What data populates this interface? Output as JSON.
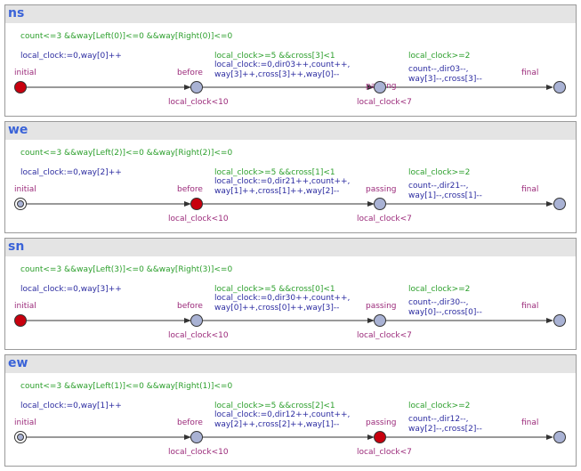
{
  "panels": [
    {
      "title": "ns",
      "guard": "count<=3 &&way[Left(0)]<=0 &&way[Right(0)]<=0",
      "init_update": "local_clock:=0,way[0]++",
      "before_guard": "local_clock>=5 &&cross[3]<1",
      "before_update": [
        "local_clock:=0,dir03++,count++,",
        "way[3]++,cross[3]++,way[0]--"
      ],
      "passing_guard": "local_clock>=2",
      "passing_update": [
        "count--,dir03--,",
        "way[3]--,cross[3]--"
      ],
      "locations": {
        "initial": "initial",
        "before": "before",
        "passing": "passing",
        "final": "final"
      },
      "invariants": {
        "before": "local_clock<10",
        "passing": "local_clock<7"
      },
      "active_location": "initial"
    },
    {
      "title": "we",
      "guard": "count<=3 &&way[Left(2)]<=0 &&way[Right(2)]<=0",
      "init_update": "local_clock:=0,way[2]++",
      "before_guard": "local_clock>=5 &&cross[1]<1",
      "before_update": [
        "local_clock:=0,dir21++,count++,",
        "way[1]++,cross[1]++,way[2]--"
      ],
      "passing_guard": "local_clock>=2",
      "passing_update": [
        "count--,dir21--,",
        "way[1]--,cross[1]--"
      ],
      "locations": {
        "initial": "initial",
        "before": "before",
        "passing": "passing",
        "final": "final"
      },
      "invariants": {
        "before": "local_clock<10",
        "passing": "local_clock<7"
      },
      "active_location": "before"
    },
    {
      "title": "sn",
      "guard": "count<=3 &&way[Left(3)]<=0 &&way[Right(3)]<=0",
      "init_update": "local_clock:=0,way[3]++",
      "before_guard": "local_clock>=5 &&cross[0]<1",
      "before_update": [
        "local_clock:=0,dir30++,count++,",
        "way[0]++,cross[0]++,way[3]--"
      ],
      "passing_guard": "local_clock>=2",
      "passing_update": [
        "count--,dir30--,",
        "way[0]--,cross[0]--"
      ],
      "locations": {
        "initial": "initial",
        "before": "before",
        "passing": "passing",
        "final": "final"
      },
      "invariants": {
        "before": "local_clock<10",
        "passing": "local_clock<7"
      },
      "active_location": "initial"
    },
    {
      "title": "ew",
      "guard": "count<=3 &&way[Left(1)]<=0 &&way[Right(1)]<=0",
      "init_update": "local_clock:=0,way[1]++",
      "before_guard": "local_clock>=5 &&cross[2]<1",
      "before_update": [
        "local_clock:=0,dir12++,count++,",
        "way[2]++,cross[2]++,way[1]--"
      ],
      "passing_guard": "local_clock>=2",
      "passing_update": [
        "count--,dir12--,",
        "way[2]--,cross[2]--"
      ],
      "locations": {
        "initial": "initial",
        "before": "before",
        "passing": "passing",
        "final": "final"
      },
      "invariants": {
        "before": "local_clock<10",
        "passing": "local_clock<7"
      },
      "active_location": "passing"
    }
  ],
  "colors": {
    "title": "#3a63d8",
    "guard": "#2c9f2c",
    "update": "#2b2ba0",
    "location_name": "#9b2a7a",
    "location_fill": "#a9b2d4",
    "active_location": "#c8000e"
  }
}
